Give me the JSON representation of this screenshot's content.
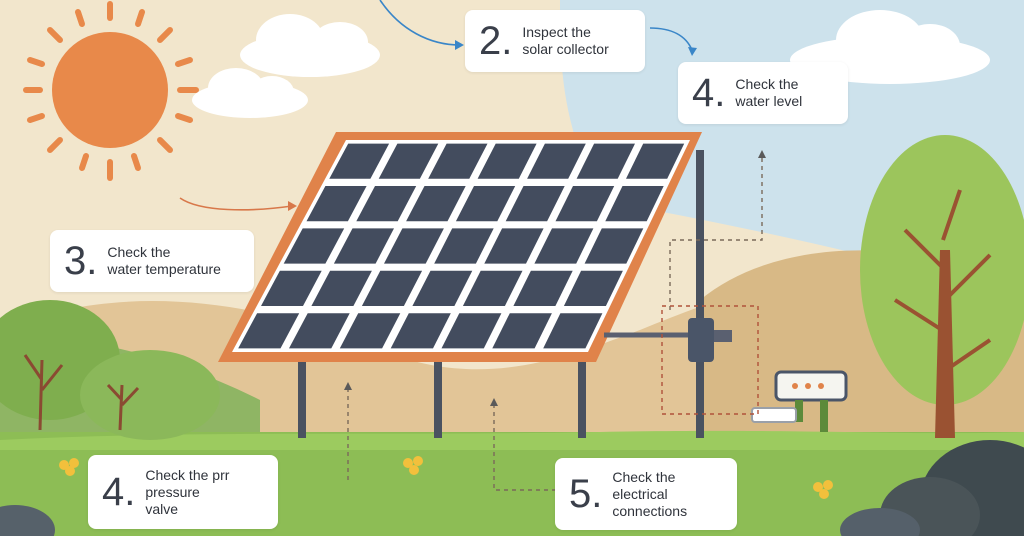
{
  "steps": [
    {
      "id": "collector",
      "number": "2.",
      "lines": [
        "Inspect the",
        "solar collector"
      ]
    },
    {
      "id": "water-level",
      "number": "4.",
      "lines": [
        "Check the",
        "water level"
      ]
    },
    {
      "id": "water-temperature",
      "number": "3.",
      "lines": [
        "Check the",
        "water temperature"
      ]
    },
    {
      "id": "pressure-valve",
      "number": "4.",
      "lines": [
        "Check the prr",
        "pressure",
        "valve"
      ]
    },
    {
      "id": "electrical",
      "number": "5.",
      "lines": [
        "Check the",
        "electrical",
        "connections"
      ]
    }
  ],
  "colors": {
    "sky": "#cfe3ee",
    "sun": "#e8894a",
    "panel_frame": "#e0834a",
    "panel_cell": "#434c5e",
    "grass": "#8fbf5a",
    "tree": "#9cc55c",
    "trunk": "#9a5232"
  }
}
